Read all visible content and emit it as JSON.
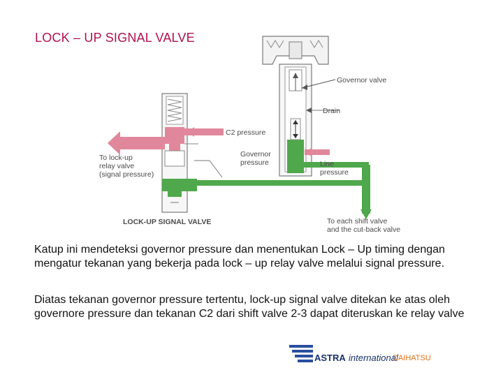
{
  "title": "LOCK – UP SIGNAL VALVE",
  "diagram": {
    "labels": {
      "governor_valve": "Governor valve",
      "drain": "Drain",
      "c2_pressure": "C2 pressure",
      "governor_pressure_1": "Governor",
      "governor_pressure_2": "pressure",
      "to_lockup_1": "To lock-up",
      "to_lockup_2": "relay valve",
      "to_lockup_3": "(signal pressure)",
      "line_pressure_1": "Line",
      "line_pressure_2": "pressure",
      "caption": "LOCK-UP SIGNAL VALVE",
      "to_shift_1": "To each shift valve",
      "to_shift_2": "and the cut-back valve"
    },
    "colors": {
      "green": "#4fa84b",
      "pink": "#e1879b",
      "outline": "#7a7a7a"
    }
  },
  "body": {
    "paragraph_1": "Katup ini mendeteksi governor pressure dan menentukan Lock – Up timing dengan mengatur tekanan yang bekerja pada lock – up relay valve melalui signal pressure.",
    "paragraph_2": "Diatas tekanan governor pressure tertentu, lock-up signal valve ditekan ke atas oleh governore pressure dan tekanan C2 dari shift valve 2-3 dapat diteruskan ke relay valve"
  },
  "footer": {
    "logo_astra": "ASTRA",
    "logo_international": "international",
    "logo_daihatsu": "DAIHATSU",
    "logo_icon": "astra-stripes-logo"
  }
}
